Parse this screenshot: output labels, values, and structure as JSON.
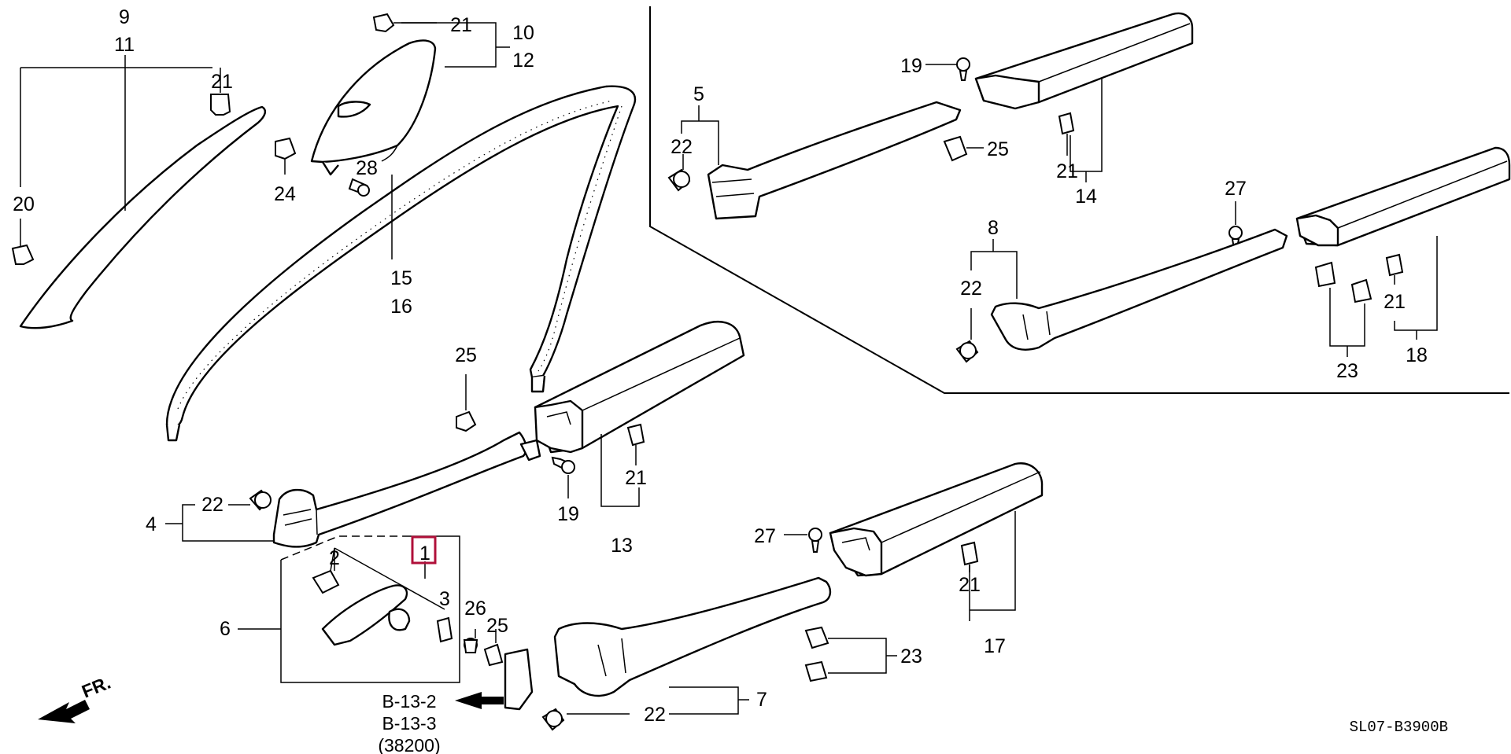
{
  "diagram": {
    "reference_code": "SL07-B3900B",
    "front_indicator": "FR.",
    "highlight_color": "#b0103a",
    "cross_references": [
      "B-13-2",
      "B-13-3",
      "(38200)"
    ],
    "callouts": {
      "c9": "9",
      "c11": "11",
      "c20": "20",
      "c21a": "21",
      "c21b": "21",
      "c10": "10",
      "c12": "12",
      "c24": "24",
      "c28": "28",
      "c15": "15",
      "c16": "16",
      "c25a": "25",
      "c22a": "22",
      "c4": "4",
      "c19a": "19",
      "c21c": "21",
      "c13": "13",
      "c1": "1",
      "c2": "2",
      "c3": "3",
      "c6": "6",
      "c26": "26",
      "c25b": "25",
      "c27a": "27",
      "c21d": "21",
      "c17": "17",
      "c23a": "23",
      "c22b": "22",
      "c7": "7",
      "c5": "5",
      "c22c": "22",
      "c19b": "19",
      "c25c": "25",
      "c21e": "21",
      "c14": "14",
      "c8": "8",
      "c22d": "22",
      "c27b": "27",
      "c21f": "21",
      "c23b": "23",
      "c18": "18"
    }
  }
}
